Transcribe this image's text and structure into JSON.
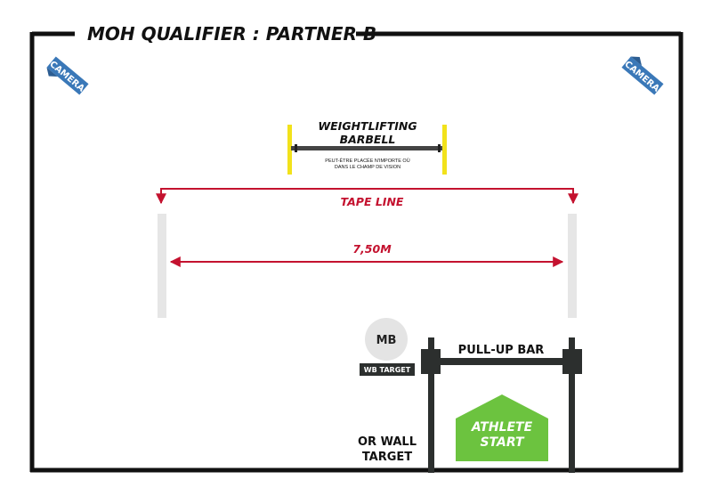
{
  "title": "MOH QUALIFIER : PARTNER B",
  "cameras": {
    "left_label": "CAMERA",
    "right_label": "CAMERA"
  },
  "barbell": {
    "title_line1": "WEIGHTLIFTING",
    "title_line2": "BARBELL",
    "note_line1": "PEUT-ÊTRE PLACÉE N'IMPORTE OÙ",
    "note_line2": "DANS LE CHAMP DE VISION"
  },
  "tape_line": {
    "label": "TAPE LINE"
  },
  "distance": {
    "label": "7,50M"
  },
  "medicine_ball": {
    "label": "MB",
    "target_label": "WB TARGET"
  },
  "pull_up_bar": {
    "label": "PULL-UP BAR"
  },
  "wall_target": {
    "line1": "OR WALL",
    "line2": "TARGET"
  },
  "athlete_start": {
    "line1": "ATHLETE",
    "line2": "START"
  },
  "colors": {
    "border": "#111111",
    "camera_blue": "#3a78b8",
    "barbell_plate_yellow": "#f2e21b",
    "tape_red": "#c4122f",
    "lane_grey": "#e6e6e6",
    "ball_grey": "#e4e4e4",
    "rig_dark": "#2c2f2e",
    "start_green": "#6cc33f"
  }
}
